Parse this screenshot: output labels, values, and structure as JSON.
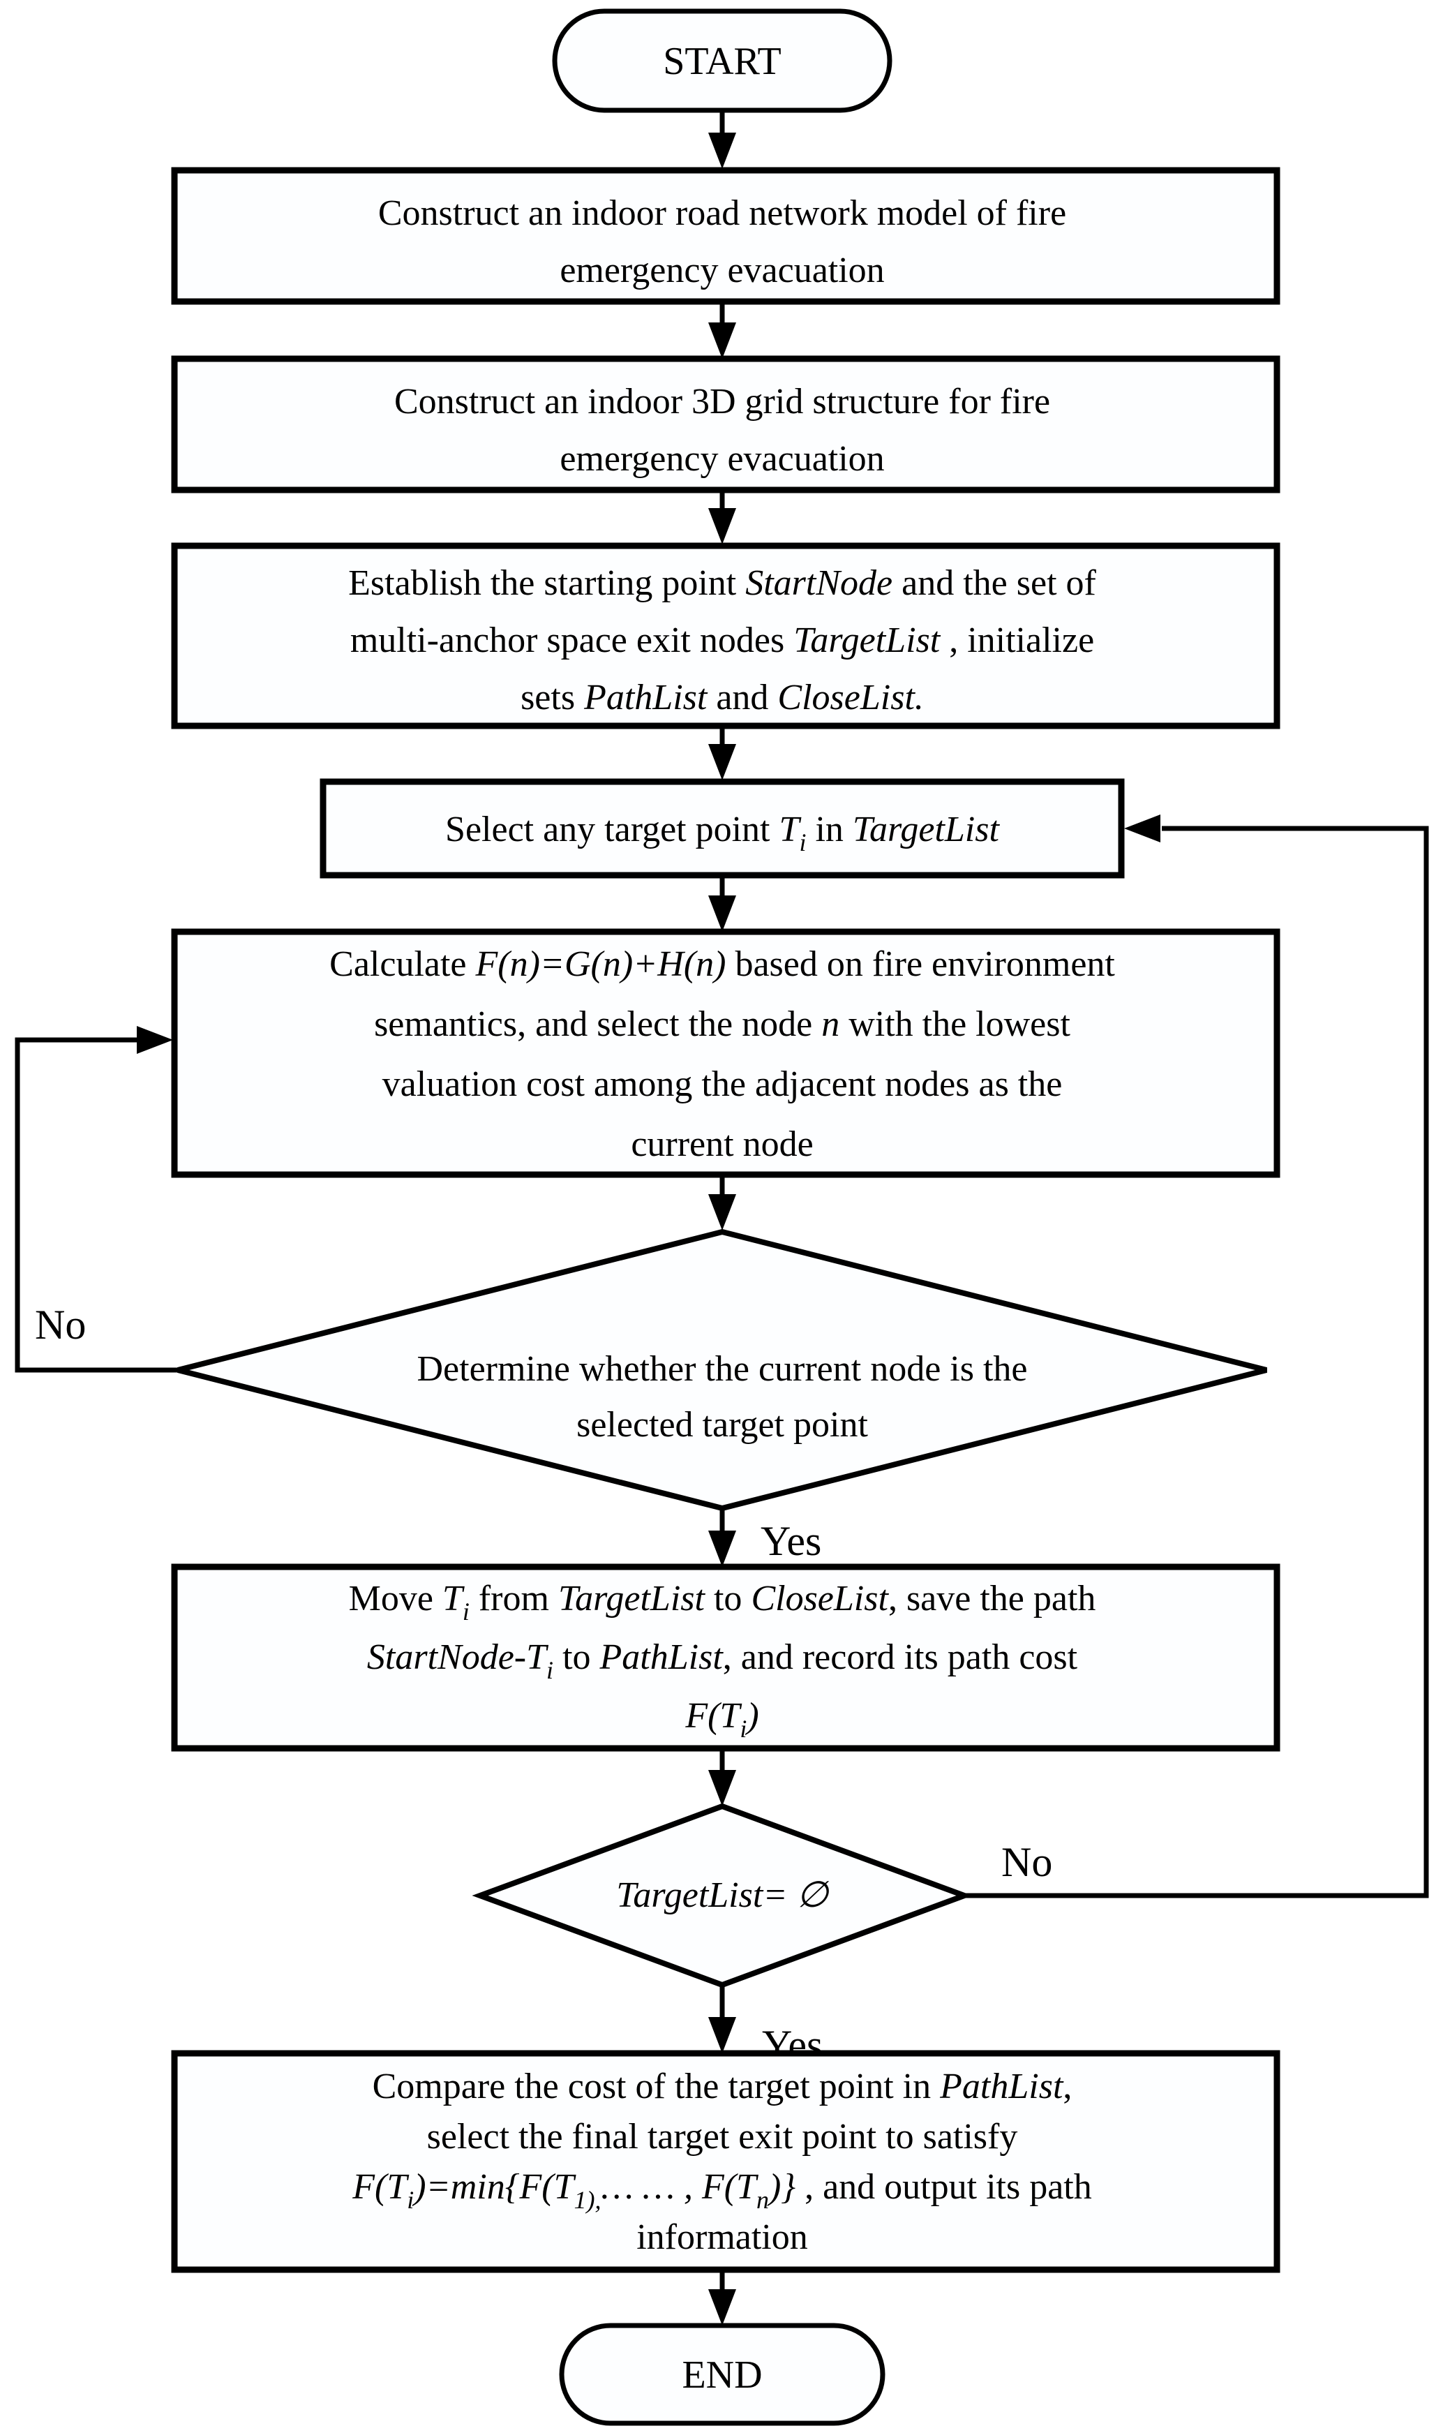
{
  "title": "Fire emergency evacuation multi-exit path planning flowchart",
  "colors": {
    "stroke": "#000000",
    "bg": "#ffffff",
    "fill": "#fdfeff"
  },
  "terminals": {
    "start": "START",
    "end": "END"
  },
  "boxes": {
    "box1": {
      "lines": [
        "Construct an indoor road network model of fire",
        "emergency evacuation"
      ]
    },
    "box2": {
      "lines": [
        "Construct an indoor 3D grid structure for fire",
        "emergency evacuation"
      ]
    },
    "box3": {
      "line1": [
        "Establish the starting point ",
        "StartNode",
        " and the set of"
      ],
      "line2": [
        "multi-anchor space exit nodes ",
        "TargetList",
        " , initialize"
      ],
      "line3": [
        "sets ",
        "PathList",
        " and ",
        "CloseList."
      ]
    },
    "select": {
      "runs": [
        "Select any target point ",
        "T",
        "i",
        " in ",
        "TargetList"
      ]
    },
    "calc": {
      "line1": [
        "Calculate ",
        "F(n)=G(n)+H(n)",
        " based on fire environment"
      ],
      "line2": [
        "semantics, and select the node ",
        "n",
        " with the lowest"
      ],
      "line3": "valuation cost among the adjacent nodes as the",
      "line4": "current node"
    },
    "move": {
      "line1": [
        "Move ",
        "T",
        "i",
        " from ",
        "TargetList",
        " to ",
        "CloseList",
        ", save the path"
      ],
      "line2": [
        "StartNode-T",
        "i",
        " to ",
        "PathList",
        ", and record its path cost"
      ],
      "line3": [
        "F(T",
        "i",
        ")"
      ]
    },
    "final": {
      "line1": [
        "Compare the cost of the target point in ",
        "PathList",
        ","
      ],
      "line2": "select the final target exit point to satisfy",
      "line3": [
        "F(T",
        "i",
        ")=min{F(T",
        "1),",
        "… … , F(T",
        "n",
        ")}",
        " , and output its path"
      ],
      "line4": "information"
    }
  },
  "decisions": {
    "d1": {
      "lines": [
        "Determine whether the current node is the",
        "selected target point"
      ]
    },
    "d2": {
      "runs": [
        "TargetList",
        "= ",
        "∅"
      ]
    }
  },
  "edge_labels": {
    "yes": "Yes",
    "no": "No"
  }
}
